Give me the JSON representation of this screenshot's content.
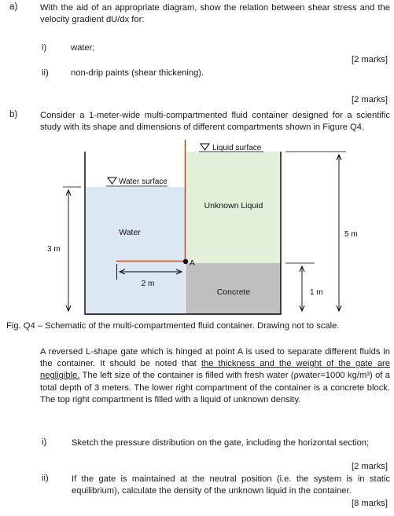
{
  "part_a": {
    "label": "a)",
    "text": "With the aid of an appropriate diagram, show the relation between shear stress and the velocity gradient dU/dx for:",
    "items": [
      {
        "label": "i)",
        "text": "water;",
        "marks": "[2 marks]"
      },
      {
        "label": "ii)",
        "text": "non-drip paints (shear thickening).",
        "marks": "[2 marks]"
      }
    ]
  },
  "part_b": {
    "label": "b)",
    "text": "Consider a 1-meter-wide multi-compartmented fluid container designed for a scientific study with its shape and dimensions of different compartments shown in Figure Q4."
  },
  "figure": {
    "labels": {
      "liquid_surface": "Liquid surface",
      "water_surface": "Water surface",
      "unknown_liquid": "Unknown Liquid",
      "water": "Water",
      "concrete": "Concrete",
      "point_a": "A",
      "dim_3m": "3 m",
      "dim_2m": "2 m",
      "dim_5m": "5 m",
      "dim_1m": "1 m"
    },
    "colors": {
      "water_fill": "#dbe7f3",
      "unknown_fill": "#e2efd9",
      "concrete_fill": "#bfbfbf",
      "gate": "#b5522a"
    },
    "caption": "Fig. Q4 – Schematic of the multi-compartmented fluid container. Drawing not to scale."
  },
  "gate_paragraph": {
    "part1": "A reversed L-shape gate which is hinged at point A is used to separate different fluids in the container. It should be noted that ",
    "underlined": "the thickness and the weight of the gate are negligible.",
    "part2": " The left size of the container is filled with fresh water (ρwater=1000 kg/m³) of a total depth of 3 meters. The lower right compartment of the container is a concrete block. The top right compartment is filled with a liquid of unknown density."
  },
  "questions": [
    {
      "label": "i)",
      "text": "Sketch the pressure distribution on the gate, including the horizontal section;",
      "marks": "[2 marks]"
    },
    {
      "label": "ii)",
      "text": "If the gate is maintained at the neutral position (i.e. the system is in static equilibrium), calculate the density of the unknown liquid in the container.",
      "marks": "[8 marks]"
    }
  ]
}
